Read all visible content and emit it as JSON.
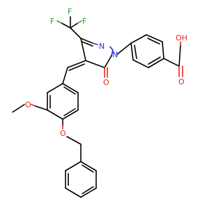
{
  "molecule": {
    "atoms": {
      "F1": "F",
      "F2": "F",
      "F3": "F",
      "N_ring": "N",
      "N_aryl": "N",
      "O_keto": "O",
      "O_acid": "O",
      "OH_acid": "OH",
      "O_methoxy": "O",
      "O_benzyl": "O"
    }
  },
  "colors": {
    "carbon": "#000000",
    "oxygen": "#e8261c",
    "nitrogen": "#2b2bd6",
    "fluorine": "#2aa22a"
  }
}
